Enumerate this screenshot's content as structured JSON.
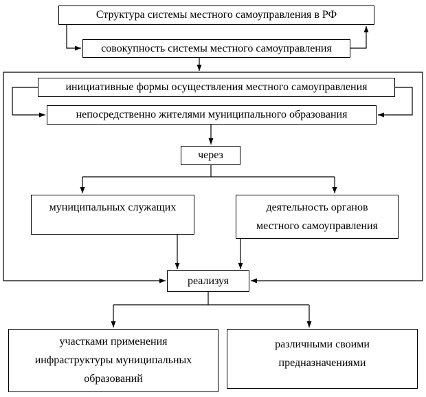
{
  "diagram": {
    "title": "Структура системы местного самоуправления в РФ",
    "nodes": {
      "structure": {
        "label": "Структура системы местного самоуправления в РФ"
      },
      "aggregate": {
        "label": "совокупность системы местного самоуправления"
      },
      "initiative_forms": {
        "label": "инициативные формы осуществления местного самоуправления"
      },
      "residents": {
        "label": "непосредственно жителями муниципального образования"
      },
      "through": {
        "label": "через"
      },
      "municipal_employees": {
        "label": "муниципальных служащих"
      },
      "government_bodies": {
        "line1": "деятельность органов",
        "line2": "местного самоуправления"
      },
      "realizing": {
        "label": "реализуя"
      },
      "infrastructure_areas": {
        "line1": "участками применения",
        "line2": "инфраструктуры муниципальных",
        "line3": "образований"
      },
      "purposes": {
        "line1": "различными своими",
        "line2": "предназначениями"
      }
    }
  }
}
